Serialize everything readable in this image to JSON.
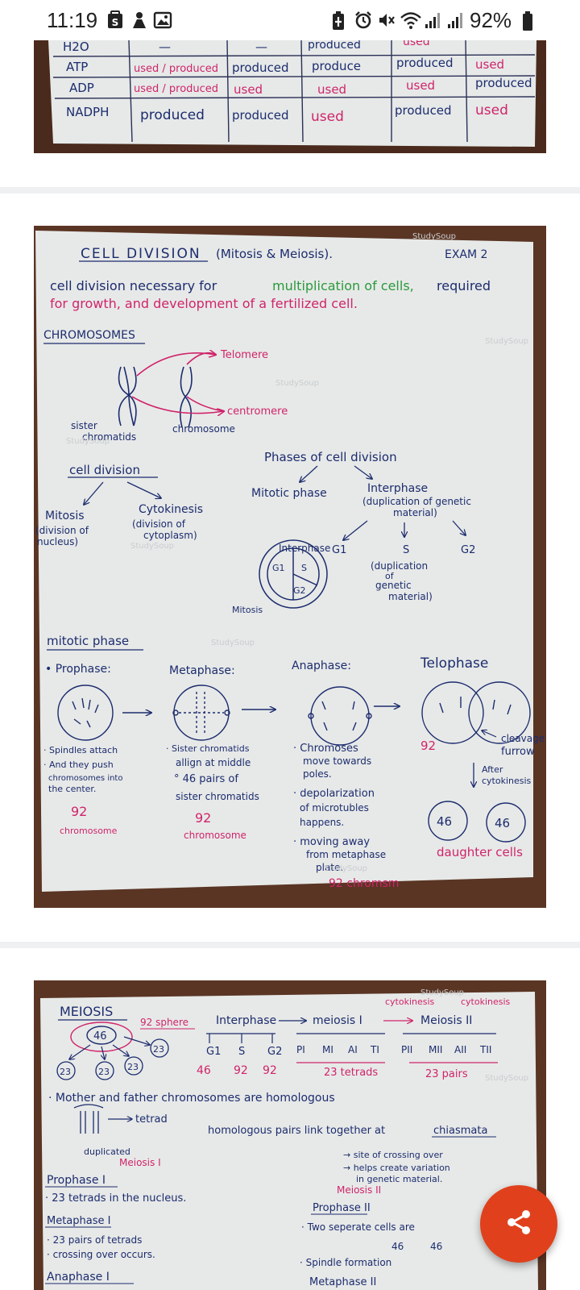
{
  "status_bar": {
    "time": "11:19",
    "battery_percent": "92%",
    "icons": [
      "studysoup-notification-icon",
      "app-notification-icon",
      "gallery-icon",
      "battery-saver-icon",
      "alarm-icon",
      "mute-icon",
      "wifi-icon",
      "signal-icon",
      "signal-icon",
      "battery-icon"
    ]
  },
  "colors": {
    "accent": "#e0411c",
    "ink_blue": "#1c2c6e",
    "ink_pink": "#d0246a",
    "ink_green": "#2a9a3c",
    "paper": "#e7e9e8"
  },
  "photo1": {
    "table": {
      "rows": [
        {
          "label": "H2O",
          "cells": [
            "—",
            "—",
            "produced",
            "used",
            ""
          ]
        },
        {
          "label": "ATP",
          "cells": [
            "used / produced",
            "produced",
            "produce",
            "produced",
            "used"
          ]
        },
        {
          "label": "ADP",
          "cells": [
            "used / produced",
            "used",
            "used",
            "used",
            "produced"
          ]
        },
        {
          "label": "NADPH",
          "cells": [
            "produced",
            "produced",
            "used",
            "produced",
            "used"
          ]
        }
      ]
    }
  },
  "photo2": {
    "title": "CELL DIVISION",
    "title_paren": "(Mitosis & Meiosis).",
    "exam": "EXAM 2",
    "intro_1": "cell division necessary for",
    "intro_green": "multiplication of cells,",
    "intro_2": "required",
    "intro_3": "for growth, and development of a fertilized cell.",
    "chromosomes_heading": "CHROMOSOMES",
    "telomere": "Telomere",
    "centromere": "centromere",
    "sister_1": "sister",
    "sister_2": "chromatids",
    "chromosome": "chromosome",
    "cell_division": "cell division",
    "mitosis": "Mitosis",
    "mitosis_sub_1": "(division of",
    "mitosis_sub_2": "nucleus)",
    "cytokinesis": "Cytokinesis",
    "cyto_sub_1": "(division of",
    "cyto_sub_2": "cytoplasm)",
    "phases_heading": "Phases of cell division",
    "mitotic_phase": "Mitotic phase",
    "interphase": "Interphase",
    "interphase_sub_1": "(duplication of genetic",
    "interphase_sub_2": "material)",
    "g1": "G1",
    "s": "S",
    "g2": "G2",
    "s_sub_1": "(duplication",
    "s_sub_2": "of",
    "s_sub_3": "genetic",
    "s_sub_4": "material)",
    "cycle_interphase": "Interphase",
    "cycle_mitosis": "Mitosis",
    "cycle_g1": "G1",
    "cycle_s": "S",
    "cycle_g2": "G2",
    "mitotic_heading": "mitotic phase",
    "prophase": "• Prophase:",
    "metaphase": "Metaphase:",
    "anaphase": "Anaphase:",
    "telophase": "Telophase",
    "pro_notes": [
      "· Spindles attach",
      "· And they push",
      "chromosomes into",
      "the center."
    ],
    "pro_num": "92",
    "pro_unit": "chromosome",
    "meta_notes": [
      "· Sister chromatids",
      "allign at middle",
      "° 46 pairs of",
      "sister chromatids"
    ],
    "meta_num": "92",
    "meta_unit": "chromosome",
    "ana_notes": [
      "· Chromoses",
      "move towards",
      "poles.",
      "· depolarization",
      "of microtubles",
      "happens.",
      "· moving away",
      "from metaphase",
      "plate."
    ],
    "ana_num": "92 chromsm",
    "telo_num": "92",
    "cleavage_1": "cleavage",
    "cleavage_2": "furrow",
    "after_1": "After",
    "after_2": "cytokinesis",
    "daughter_1": "46",
    "daughter_2": "46",
    "daughter_cells": "daughter cells"
  },
  "photo3": {
    "meiosis": "MEIOSIS",
    "center_46": "46",
    "sphere_note": "92 sphere",
    "small_23": "23",
    "interphase": "Interphase",
    "arrow": "→",
    "meiosis_1": "meiosis I",
    "meiosis_2": "Meiosis II",
    "cyto_1": "cytokinesis",
    "cyto_2": "cytokinesis",
    "g1": "G1",
    "s": "S",
    "g2": "G2",
    "n46": "46",
    "n92a": "92",
    "n92b": "92",
    "pi": "PI",
    "mi": "MI",
    "ai": "AI",
    "ti": "TI",
    "pii": "PII",
    "mii": "MII",
    "aii": "AII",
    "tii": "TII",
    "tetrads": "23 tetrads",
    "pairs": "23 pairs",
    "homologous": "· Mother and father chromosomes are homologous",
    "tetrad": "tetrad",
    "homolog_pairs": "homologous pairs link together at",
    "chiasmata": "chiasmata",
    "site_1": "→ site of crossing over",
    "site_2": "→ helps create variation",
    "site_3": "in genetic material.",
    "duplicated": "duplicated",
    "meiosis_i_label": "Meiosis I",
    "meiosis_ii_label": "Meiosis II",
    "prophase_i": "Prophase I",
    "prophase_i_note": "· 23 tetrads in the nucleus.",
    "prophase_ii": "Prophase II",
    "two_cells": "· Two seperate cells are",
    "n46_left": "46",
    "n46_right": "46",
    "metaphase_i": "Metaphase I",
    "meta_i_1": "· 23 pairs of tetrads",
    "meta_i_2": "· crossing over occurs.",
    "spindle": "· Spindle formation",
    "anaphase_i": "Anaphase I",
    "metaphase_ii": "Metaphase II"
  },
  "watermark": "StudySoup",
  "fab": {
    "label": "share"
  }
}
